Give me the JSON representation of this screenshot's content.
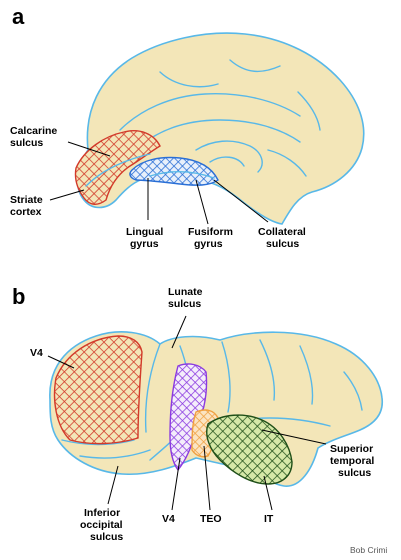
{
  "panels": {
    "a": {
      "letter": "a",
      "labels": {
        "calcarine": [
          "Calcarine",
          "sulcus"
        ],
        "striate": [
          "Striate",
          "cortex"
        ],
        "lingual": [
          "Lingual",
          "gyrus"
        ],
        "fusiform": [
          "Fusiform",
          "gyrus"
        ],
        "collateral": [
          "Collateral",
          "sulcus"
        ]
      }
    },
    "b": {
      "letter": "b",
      "labels": {
        "lunate": [
          "Lunate",
          "sulcus"
        ],
        "v4_top": "V4",
        "superior_temporal": [
          "Superior",
          "temporal",
          "sulcus"
        ],
        "inferior_occipital": [
          "Inferior",
          "occipital",
          "sulcus"
        ],
        "v4_bottom": "V4",
        "teo": "TEO",
        "it": "IT"
      }
    }
  },
  "credit": "Bob Crimi",
  "colors": {
    "brain_fill": "#f3e6b8",
    "outline": "#58b8e8",
    "striate_red": "#d23a2a",
    "fusiform_blue": "#2a6fd6",
    "v4_purple": "#8a3ae0",
    "teo_orange": "#f0a040",
    "it_green": "#2e7a22"
  }
}
